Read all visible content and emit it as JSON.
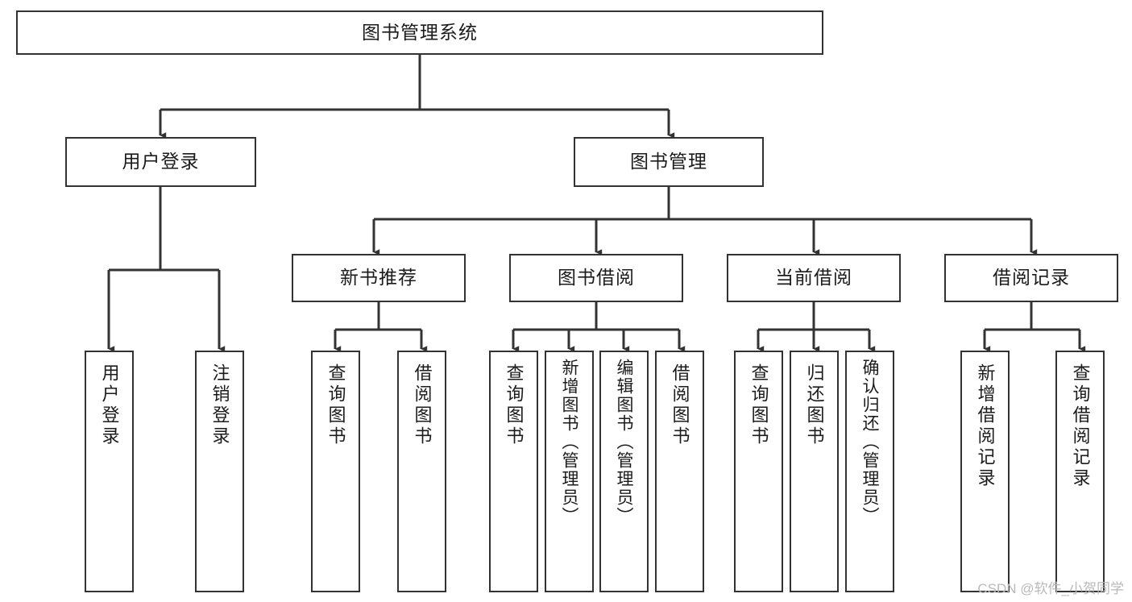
{
  "diagram": {
    "title": "图书管理系统",
    "type": "tree-hierarchy-chart",
    "colors": {
      "box_border": "#333333",
      "box_fill": "#ffffff",
      "connector": "#333333",
      "text": "#1b1b1b",
      "watermark": "#b9b9b9"
    },
    "root": {
      "label": "图书管理系统"
    },
    "level1": [
      {
        "label": "用户登录"
      },
      {
        "label": "图书管理"
      }
    ],
    "level2": [
      {
        "label": "新书推荐"
      },
      {
        "label": "图书借阅"
      },
      {
        "label": "当前借阅"
      },
      {
        "label": "借阅记录"
      }
    ],
    "leaves": {
      "user_login": [
        {
          "label": "用户登录"
        },
        {
          "label": "注销登录"
        }
      ],
      "new_book_recommend": [
        {
          "label": "查询图书"
        },
        {
          "label": "借阅图书"
        }
      ],
      "book_borrow": [
        {
          "label": "查询图书"
        },
        {
          "label": "新增图书（管理员）"
        },
        {
          "label": "编辑图书（管理员）"
        },
        {
          "label": "借阅图书"
        }
      ],
      "current_borrow": [
        {
          "label": "查询图书"
        },
        {
          "label": "归还图书"
        },
        {
          "label": "确认归还（管理员）"
        }
      ],
      "borrow_record": [
        {
          "label": "新增借阅记录"
        },
        {
          "label": "查询借阅记录"
        }
      ]
    }
  },
  "watermark": {
    "text": "CSDN @软件_小贺同学"
  }
}
